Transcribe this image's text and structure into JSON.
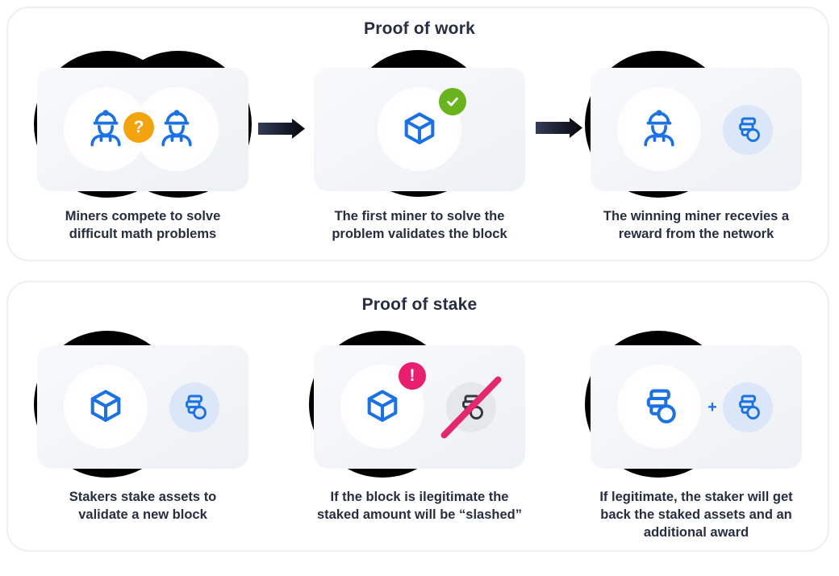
{
  "page": {
    "background": "#ffffff"
  },
  "colors": {
    "accent_blue": "#1b72e8",
    "light_blue_circle_bg": "#dbe7f8",
    "gray_circle_bg": "#e5e7ea",
    "card_bg": "#f1f3f6",
    "panel_border": "#edeff3",
    "text_dark": "#272e41",
    "orange_badge": "#f2a30d",
    "green_badge": "#69b41c",
    "pink_badge": "#e91e6f",
    "slash_pink": "#e6276f",
    "arrow_gradient_start": "#343c58",
    "arrow_gradient_end": "#05070d",
    "shadow_blob": "#000000"
  },
  "sections": [
    {
      "title": "Proof of work",
      "steps": [
        {
          "icons": [
            "miner-icon",
            "miner-icon"
          ],
          "badge": "question-mark",
          "caption": "Miners compete to solve\ndifficult math problems"
        },
        {
          "icons": [
            "block-cube-icon"
          ],
          "badge": "check-mark",
          "caption": "The first miner to solve the\nproblem validates the block"
        },
        {
          "icons": [
            "miner-icon",
            "coins-icon"
          ],
          "badge": null,
          "caption": "The winning miner recevies a\nreward from the network"
        }
      ]
    },
    {
      "title": "Proof of stake",
      "steps": [
        {
          "icons": [
            "block-cube-icon",
            "coins-icon"
          ],
          "badge": null,
          "caption": "Stakers stake assets to\nvalidate a new block"
        },
        {
          "icons": [
            "block-cube-icon",
            "coins-slashed-icon"
          ],
          "badge": "exclamation-mark",
          "caption": "If the block is ilegitimate the\nstaked amount will be “slashed”"
        },
        {
          "icons": [
            "coins-icon",
            "coins-icon"
          ],
          "badge": null,
          "joiner": "+",
          "caption": "If legitimate, the staker will get\nback the staked assets and an\nadditional award"
        }
      ]
    }
  ],
  "glyphs": {
    "question": "?",
    "exclamation": "!",
    "plus": "+"
  }
}
